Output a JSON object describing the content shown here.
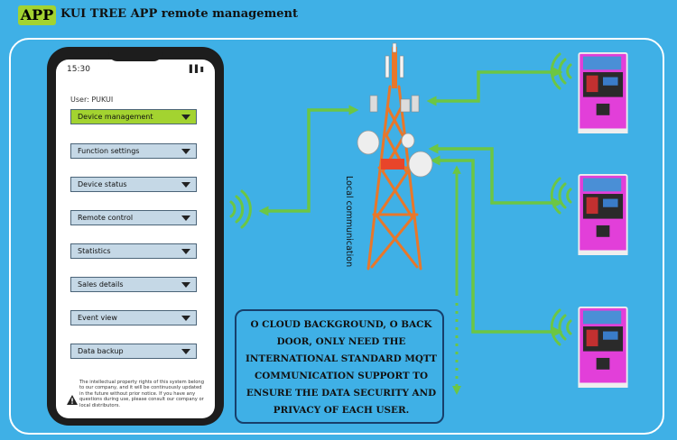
{
  "header": {
    "badge": "APP",
    "title": "KUI TREE APP remote management"
  },
  "phone": {
    "time": "15:30",
    "status_icons": "▐▐ ▮",
    "user": "User: PUKUI",
    "menu": [
      {
        "label": "Device management",
        "active": true
      },
      {
        "label": "Function settings"
      },
      {
        "label": "Device status"
      },
      {
        "label": "Remote control"
      },
      {
        "label": "Statistics"
      },
      {
        "label": "Sales details"
      },
      {
        "label": "Event view"
      },
      {
        "label": "Data backup"
      }
    ],
    "disclaimer": "The intellectual property rights of this system belong to our company, and it will be continuously updated in the future without prior notice. If you have any questions during use, please consult our company or local distributors."
  },
  "tower": {
    "label": "Local communication"
  },
  "info_box": {
    "text": "O CLOUD BACKGROUND, O BACK DOOR, ONLY NEED THE INTERNATIONAL STANDARD MQTT COMMUNICATION SUPPORT TO ENSURE THE DATA SECURITY AND PRIVACY OF EACH USER."
  },
  "colors": {
    "background": "#3fb0e6",
    "accent_green": "#a3d330",
    "arrow_green": "#6cc644",
    "machine_magenta": "#e23fd9",
    "tower_orange": "#e8772a"
  }
}
